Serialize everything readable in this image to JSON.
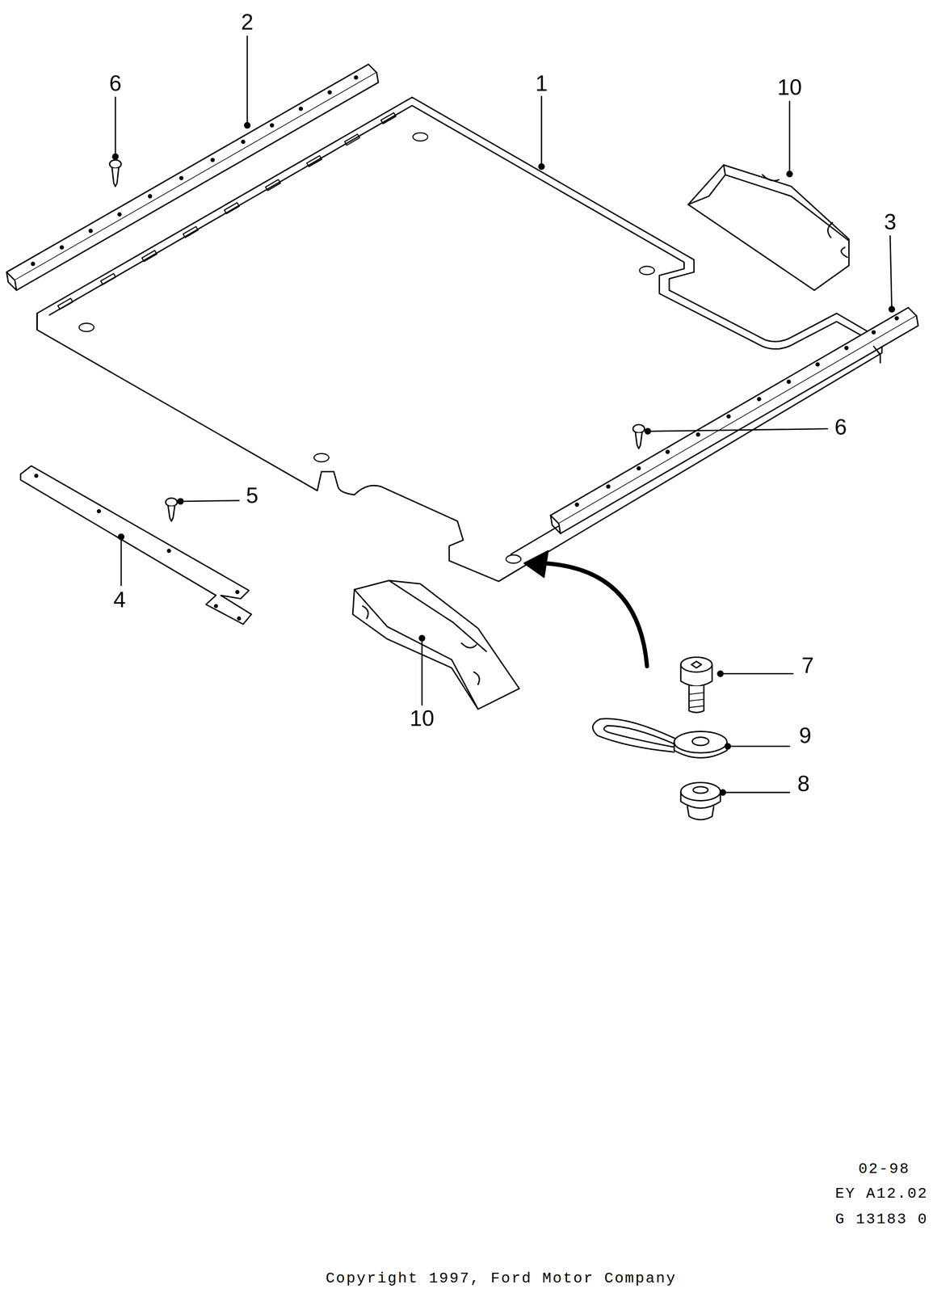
{
  "diagram": {
    "labels": [
      "2",
      "6",
      "1",
      "10",
      "3",
      "6",
      "5",
      "4",
      "7",
      "10",
      "9",
      "8",
      "02-98",
      "EY A12.02",
      "G 13183 0",
      "Copyright 1997, Ford Motor Company"
    ]
  }
}
